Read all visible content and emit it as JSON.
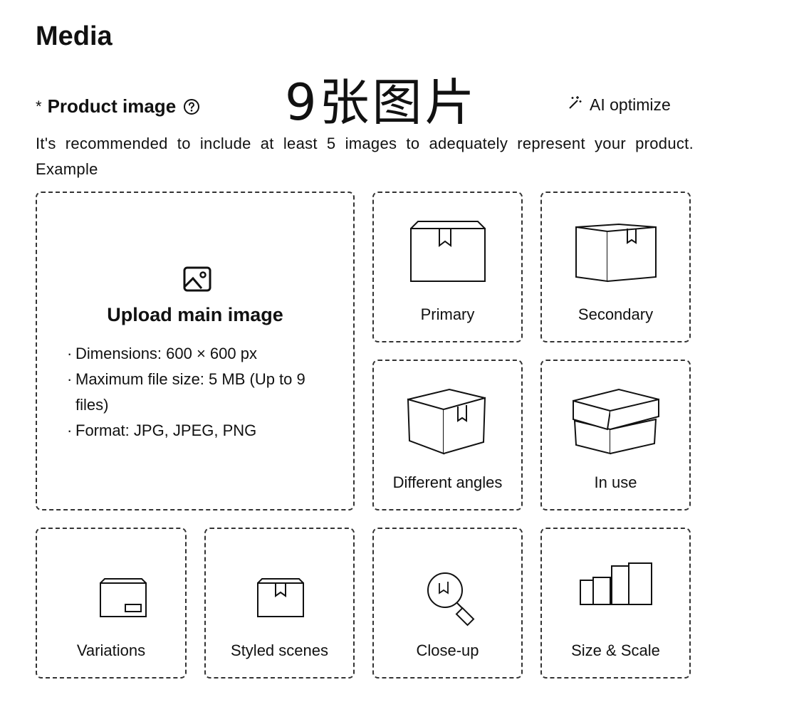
{
  "header": {
    "title": "Media"
  },
  "field": {
    "required_mark": "*",
    "label": "Product image",
    "help_icon": "question-circle-icon"
  },
  "overlay_text": "9张图片",
  "ai_optimize": {
    "label": "AI optimize",
    "icon": "magic-wand-icon"
  },
  "description": "It's recommended to include at least 5 images to adequately represent your product. Example",
  "main_upload": {
    "title": "Upload main image",
    "icon": "image-icon",
    "specs": [
      "Dimensions: 600 × 600 px",
      "Maximum file size: 5 MB (Up to 9 files)",
      "Format: JPG, JPEG, PNG"
    ]
  },
  "slots": [
    {
      "label": "Primary",
      "icon": "box-front-icon"
    },
    {
      "label": "Secondary",
      "icon": "box-side-icon"
    },
    {
      "label": "Different angles",
      "icon": "box-angle-icon"
    },
    {
      "label": "In use",
      "icon": "box-open-icon"
    },
    {
      "label": "Variations",
      "icon": "box-variation-icon"
    },
    {
      "label": "Styled scenes",
      "icon": "box-styled-icon"
    },
    {
      "label": "Close-up",
      "icon": "magnifier-icon"
    },
    {
      "label": "Size & Scale",
      "icon": "boxes-scale-icon"
    }
  ]
}
